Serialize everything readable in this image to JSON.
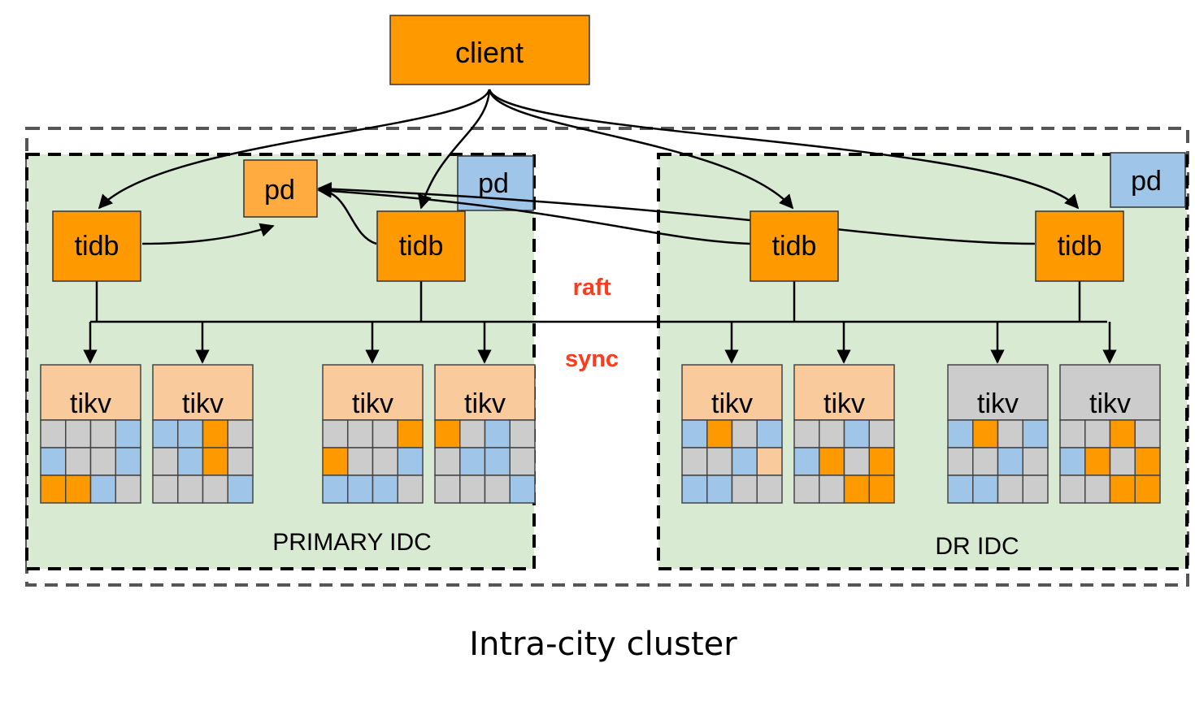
{
  "colors": {
    "orange": "#ff9900",
    "light_orange": "#ffab40",
    "peach": "#f9cb9c",
    "blue": "#9fc5e8",
    "gray": "#cccccc",
    "green_bg": "#d9ead3",
    "red_text": "#ff3b1a"
  },
  "client": {
    "label": "client"
  },
  "pd": {
    "primary_label": "pd",
    "secondary_label": "pd",
    "dr_label": "pd"
  },
  "tidb": {
    "labels": [
      "tidb",
      "tidb",
      "tidb",
      "tidb"
    ]
  },
  "tikv": {
    "labels": [
      "tikv",
      "tikv",
      "tikv",
      "tikv",
      "tikv",
      "tikv",
      "tikv",
      "tikv"
    ],
    "header_colors": [
      "peach",
      "peach",
      "peach",
      "peach",
      "peach",
      "peach",
      "gray",
      "gray"
    ],
    "grids": [
      [
        [
          "gray",
          "gray",
          "gray",
          "blue"
        ],
        [
          "blue",
          "gray",
          "gray",
          "blue"
        ],
        [
          "orange",
          "orange",
          "blue",
          "gray"
        ]
      ],
      [
        [
          "blue",
          "blue",
          "orange",
          "gray"
        ],
        [
          "gray",
          "blue",
          "orange",
          "gray"
        ],
        [
          "gray",
          "gray",
          "gray",
          "blue"
        ]
      ],
      [
        [
          "gray",
          "gray",
          "gray",
          "orange"
        ],
        [
          "orange",
          "gray",
          "gray",
          "blue"
        ],
        [
          "blue",
          "blue",
          "blue",
          "gray"
        ]
      ],
      [
        [
          "orange",
          "gray",
          "blue",
          "gray"
        ],
        [
          "gray",
          "blue",
          "blue",
          "gray"
        ],
        [
          "gray",
          "gray",
          "gray",
          "blue"
        ]
      ],
      [
        [
          "blue",
          "orange",
          "gray",
          "blue"
        ],
        [
          "gray",
          "gray",
          "blue",
          "peach"
        ],
        [
          "blue",
          "blue",
          "gray",
          "gray"
        ]
      ],
      [
        [
          "gray",
          "gray",
          "blue",
          "gray"
        ],
        [
          "blue",
          "orange",
          "gray",
          "orange"
        ],
        [
          "gray",
          "gray",
          "orange",
          "orange"
        ]
      ],
      [
        [
          "blue",
          "orange",
          "gray",
          "blue"
        ],
        [
          "gray",
          "gray",
          "blue",
          "gray"
        ],
        [
          "blue",
          "blue",
          "gray",
          "gray"
        ]
      ],
      [
        [
          "gray",
          "gray",
          "orange",
          "gray"
        ],
        [
          "blue",
          "orange",
          "gray",
          "orange"
        ],
        [
          "gray",
          "gray",
          "orange",
          "orange"
        ]
      ]
    ]
  },
  "labels": {
    "raft": "raft",
    "sync": "sync",
    "primary_idc": "PRIMARY IDC",
    "dr_idc": "DR IDC",
    "caption": "Intra-city cluster"
  }
}
